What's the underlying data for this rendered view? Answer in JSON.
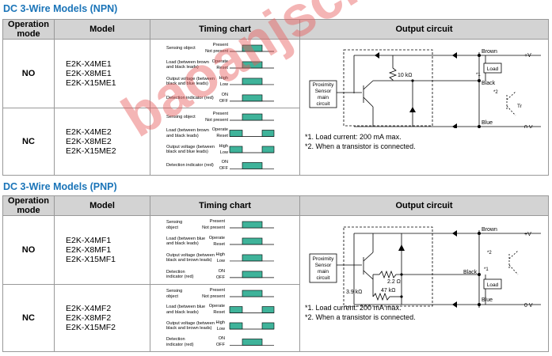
{
  "sections": [
    {
      "title": "DC 3-Wire Models (NPN)",
      "headers": {
        "mode": "Operation mode",
        "model": "Model",
        "timing": "Timing chart",
        "circuit": "Output circuit"
      },
      "rows": [
        {
          "mode": "NO",
          "models": [
            "E2K-X4ME1",
            "E2K-X8ME1",
            "E2K-X15ME1"
          ],
          "timing": [
            {
              "label": [
                "Sensing object"
              ],
              "states": [
                "Present",
                "Not present"
              ]
            },
            {
              "label": [
                "Load (between brown",
                "and black leads)"
              ],
              "states": [
                "Operate",
                "Reset"
              ]
            },
            {
              "label": [
                "Output voltage (between",
                "black and blue leads)"
              ],
              "states": [
                "High",
                "Low"
              ]
            },
            {
              "label": [
                "Detection indicator (red)"
              ],
              "states": [
                "ON",
                "OFF"
              ]
            }
          ]
        },
        {
          "mode": "NC",
          "models": [
            "E2K-X4ME2",
            "E2K-X8ME2",
            "E2K-X15ME2"
          ],
          "timing": [
            {
              "label": [
                "Sensing object"
              ],
              "states": [
                "Present",
                "Not present"
              ]
            },
            {
              "label": [
                "Load (between brown",
                "and black leads)"
              ],
              "states": [
                "Operate",
                "Reset"
              ]
            },
            {
              "label": [
                "Output voltage (between",
                "black and blue leads)"
              ],
              "states": [
                "High",
                "Low"
              ]
            },
            {
              "label": [
                "Detection indicator (red)"
              ],
              "states": [
                "ON",
                "OFF"
              ]
            }
          ]
        }
      ],
      "circuit": {
        "block": [
          "Proximity",
          "Sensor",
          "main",
          "circuit"
        ],
        "wire_top": "Brown",
        "wire_mid": "Black",
        "wire_bot": "Blue",
        "plus_v": "+V",
        "zero_v": "0 V",
        "resistor": "10 kΩ",
        "load": "Load",
        "mark1": "*1",
        "mark2": "*2",
        "tr": "Tr",
        "notes": [
          "*1. Load current: 200 mA max.",
          "*2. When a transistor is connected."
        ]
      }
    },
    {
      "title": "DC 3-Wire Models (PNP)",
      "headers": {
        "mode": "Operation mode",
        "model": "Model",
        "timing": "Timing chart",
        "circuit": "Output circuit"
      },
      "rows": [
        {
          "mode": "NO",
          "models": [
            "E2K-X4MF1",
            "E2K-X8MF1",
            "E2K-X15MF1"
          ],
          "timing": [
            {
              "label": [
                "Sensing",
                "object"
              ],
              "states": [
                "Present",
                "Not present"
              ]
            },
            {
              "label": [
                "Load (between blue",
                "and black leads)"
              ],
              "states": [
                "Operate",
                "Reset"
              ]
            },
            {
              "label": [
                "Output voltage (between",
                "black and brown leads)"
              ],
              "states": [
                "High",
                "Low"
              ]
            },
            {
              "label": [
                "Detection",
                "indicator (red)"
              ],
              "states": [
                "ON",
                "OFF"
              ]
            }
          ]
        },
        {
          "mode": "NC",
          "models": [
            "E2K-X4MF2",
            "E2K-X8MF2",
            "E2K-X15MF2"
          ],
          "timing": [
            {
              "label": [
                "Sensing",
                "object"
              ],
              "states": [
                "Present",
                "Not present"
              ]
            },
            {
              "label": [
                "Load (between blue",
                "and black leads)"
              ],
              "states": [
                "Operate",
                "Reset"
              ]
            },
            {
              "label": [
                "Output voltage (between",
                "black and brown leads)"
              ],
              "states": [
                "High",
                "Low"
              ]
            },
            {
              "label": [
                "Detection",
                "indicator (red)"
              ],
              "states": [
                "ON",
                "OFF"
              ]
            }
          ]
        }
      ],
      "circuit": {
        "block": [
          "Proximity",
          "Sensor",
          "main",
          "circuit"
        ],
        "wire_top": "Brown",
        "wire_mid": "Black",
        "wire_bot": "Blue",
        "plus_v": "+V",
        "zero_v": "0 V",
        "resistor": "2.2 Ω",
        "resistor2": "3.9 kΩ",
        "resistor3": "47 kΩ",
        "load": "Load",
        "mark1": "*1",
        "mark2": "*2",
        "notes": [
          "*1. Load current: 200 mA max.",
          "*2. When a transistor is connected."
        ]
      }
    }
  ],
  "watermark": "baoanjsc.com.vn"
}
